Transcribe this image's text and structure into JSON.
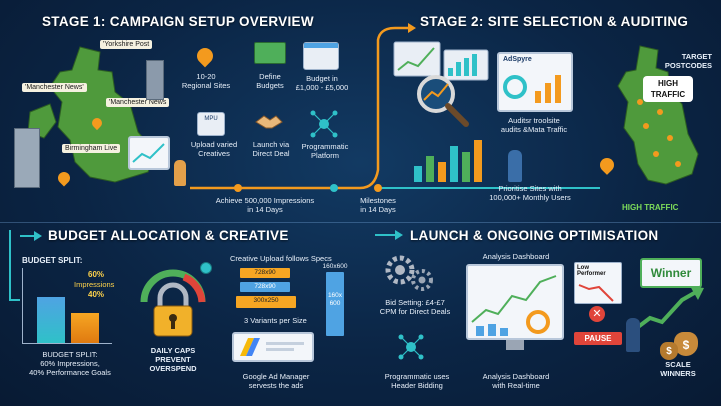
{
  "stage1": {
    "title": "STAGE 1: CAMPAIGN SETUP OVERVIEW",
    "map_tags": [
      "'Yorkshire Post",
      "'Manchester News'",
      "'Manchester News",
      "Birmingham Live"
    ],
    "icons": [
      {
        "label": "10-20\nRegional Sites",
        "icon": "pin-icon"
      },
      {
        "label": "Define\nBudgets",
        "icon": "money-icon"
      },
      {
        "label": "Budget in\n£1,000 - £5,000",
        "icon": "browser-icon"
      }
    ],
    "icons2": [
      {
        "label": "Upload varied\nCreatives",
        "icon": "creatives-icon",
        "box_text": "MPU"
      },
      {
        "label": "Launch via\nDirect Deal",
        "icon": "handshake-icon"
      },
      {
        "label": "Programmatic\nPlatform",
        "icon": "network-icon"
      }
    ]
  },
  "timeline": {
    "milestone_a": "Achieve 500,000 Impressions\nin 14 Days",
    "milestone_b": "Milestones\nin 14 Days"
  },
  "stage2": {
    "title": "STAGE 2: SITE SELECTION & AUDITING",
    "adspyre_label": "AdSpyre",
    "audit_label": "Auditsr troolsite\naudits &Mata Traffic",
    "prioritise_label": "Prioritise Sites with\n100,000+ Monthly Users",
    "target_label": "TARGET\nPOSTCODES",
    "high_traffic_badge": "HIGH\nTRAFFIC",
    "high_traffic_label": "HIGH TRAFFIC"
  },
  "stage3": {
    "title": "BUDGET ALLOCATION & CREATIVE",
    "budget_split_top": "BUDGET SPLIT:",
    "pct_60": "60%",
    "impressions": "Impressions",
    "pct_40": "40%",
    "budget_split_bottom": "BUDGET SPLIT:\n60% Impressions,\n40% Performance Goals",
    "daily_caps": "DAILY CAPS\nPREVENT\nOVERSPEND",
    "creative_upload": "Creative Upload follows Specs",
    "sizes": [
      "728x90",
      "728x90",
      "300x250"
    ],
    "size_tall_top": "160x600",
    "size_tall_side": "160x\n600",
    "variants": "3 Variants per Size",
    "gam_label": "Google Ad Manager\nservests the ads",
    "chart_data": {
      "type": "bar",
      "categories": [
        "Impressions",
        "Performance Goals"
      ],
      "values": [
        60,
        40
      ]
    }
  },
  "stage4": {
    "title": "LAUNCH & ONGOING OPTIMISATION",
    "dashboard_title": "Analysis Dashboard",
    "bid_setting": "Bid Setting: £4-£7\nCPM for Direct Deals",
    "programmatic": "Programmatic uses\nHeader Bidding",
    "analysis_rt": "Analysis Dashboard\nwith Real-time",
    "low_performer": "Low Performer",
    "pause": "PAUSE",
    "winner": "Winner",
    "scale_winners": "SCALE\nWINNERS"
  },
  "colors": {
    "accent_orange": "#f39a1e",
    "accent_teal": "#2fc1c8",
    "map_green": "#4f9a3c",
    "bg": "#0b2545"
  }
}
